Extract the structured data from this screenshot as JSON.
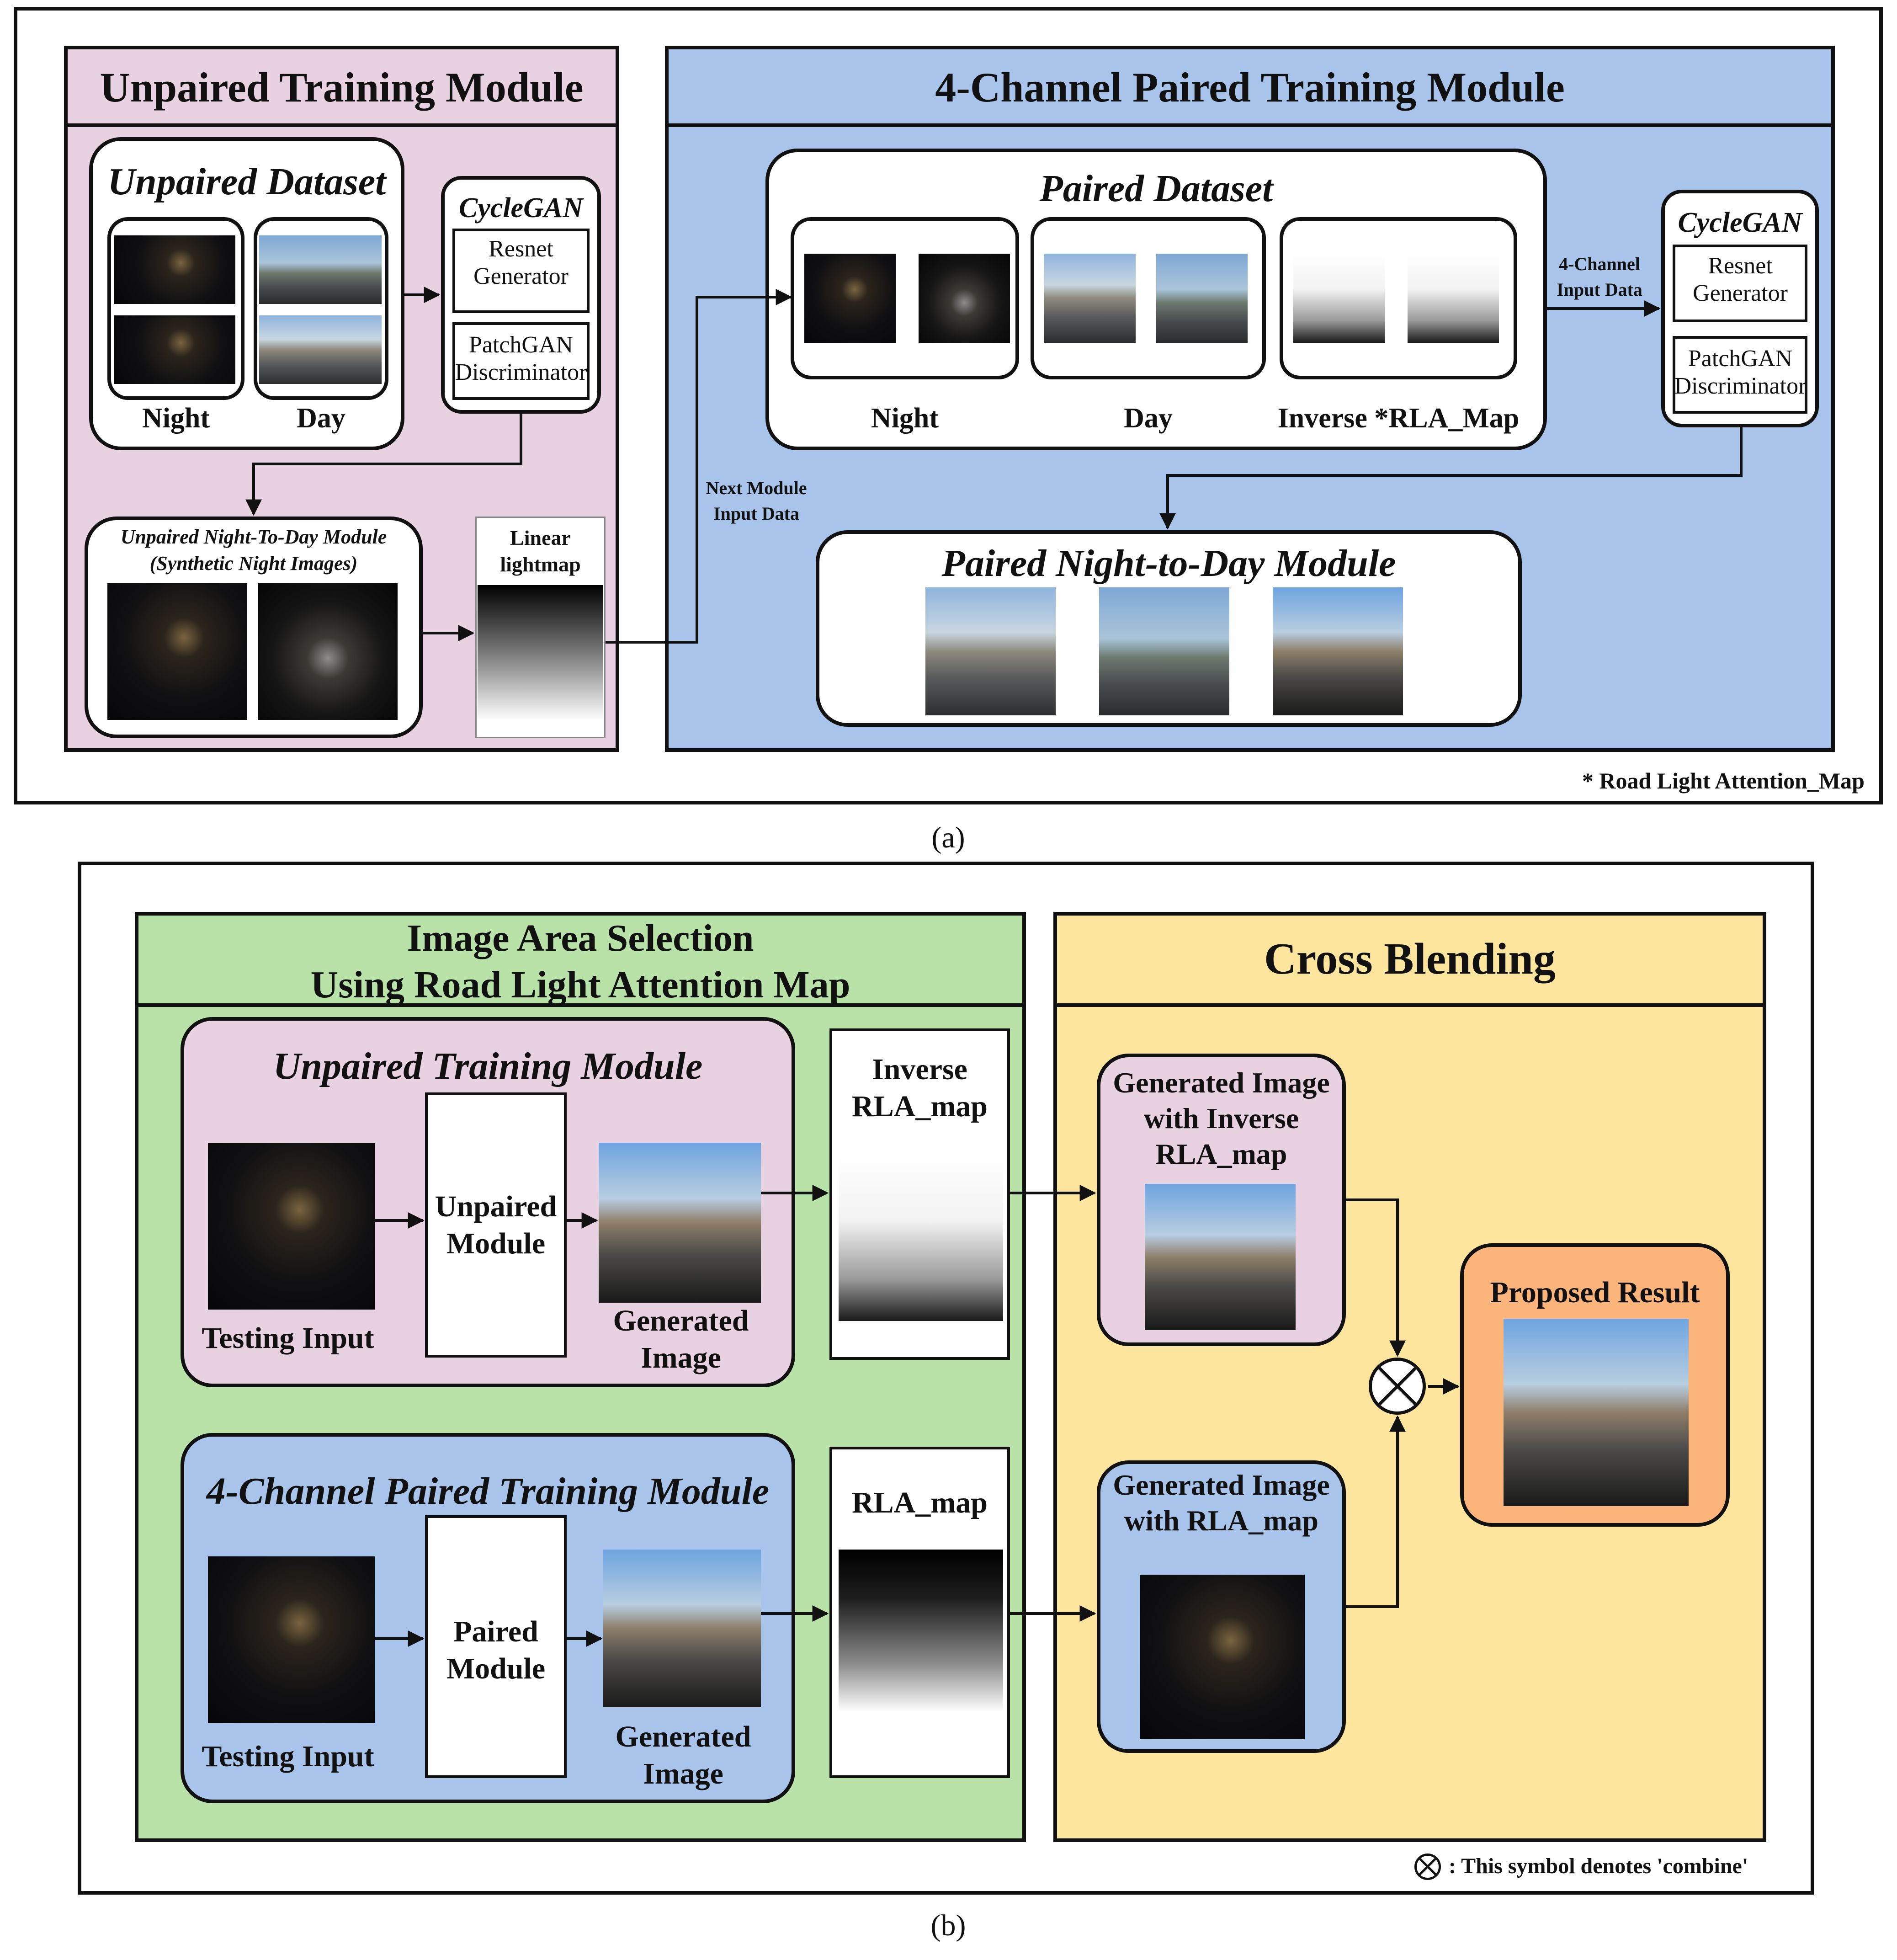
{
  "a": {
    "caption": "(a)",
    "footnote": "* Road Light Attention_Map",
    "unpaired_module": {
      "title": "Unpaired Training Module",
      "dataset_title": "Unpaired Dataset",
      "night_label": "Night",
      "day_label": "Day",
      "cyclegan": {
        "title": "CycleGAN",
        "generator": "Resnet Generator",
        "discriminator": "PatchGAN Discriminator"
      },
      "n2d_title": "Unpaired Night-To-Day Module",
      "n2d_subtitle": "(Synthetic Night Images)",
      "lightmap_label": "Linear lightmap"
    },
    "next_module_label": "Next Module Input Data",
    "paired_module": {
      "title": "4-Channel Paired Training Module",
      "dataset_title": "Paired Dataset",
      "night_label": "Night",
      "day_label": "Day",
      "inverse_label": "Inverse *RLA_Map",
      "four_channel_label": "4-Channel Input Data",
      "cyclegan": {
        "title": "CycleGAN",
        "generator": "Resnet Generator",
        "discriminator": "PatchGAN Discriminator"
      },
      "n2d_title": "Paired Night-to-Day Module"
    }
  },
  "b": {
    "caption": "(b)",
    "footnote": ": This symbol denotes 'combine'",
    "selection_title_line1": "Image Area Selection",
    "selection_title_line2": "Using Road Light Attention Map",
    "cross_title": "Cross Blending",
    "unpaired": {
      "title": "Unpaired Training Module",
      "input_label": "Testing Input",
      "module_label": "Unpaired Module",
      "generated_label": "Generated Image",
      "map_label": "Inverse RLA_map"
    },
    "paired": {
      "title": "4-Channel Paired Training Module",
      "input_label": "Testing Input",
      "module_label": "Paired Module",
      "generated_label": "Generated Image",
      "map_label": "RLA_map"
    },
    "gen_inverse_label": "Generated Image with Inverse RLA_map",
    "gen_rla_label": "Generated Image with RLA_map",
    "result_label": "Proposed Result",
    "combine_symbol": "⊗"
  },
  "colors": {
    "pink": "#e8d1e1",
    "blue": "#a9c4ea",
    "green": "#b9e2a8",
    "yellow": "#fde59d",
    "orange": "#fbb47a"
  }
}
